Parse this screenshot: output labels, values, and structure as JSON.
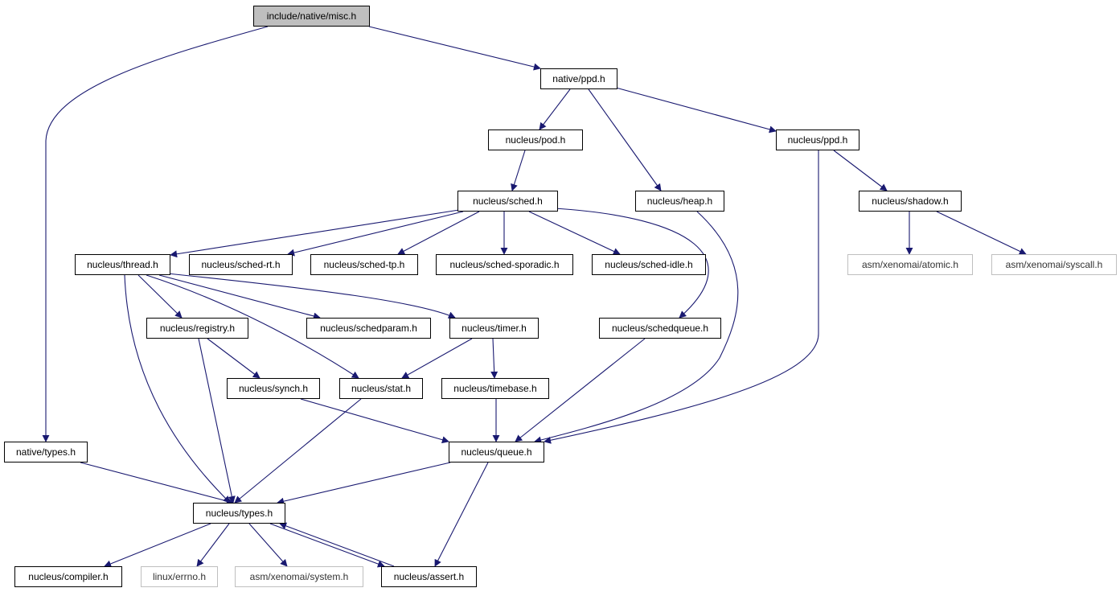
{
  "graph": {
    "nodes": [
      {
        "id": "misc",
        "label": "include/native/misc.h",
        "kind": "root"
      },
      {
        "id": "nppd",
        "label": "native/ppd.h",
        "kind": "normal"
      },
      {
        "id": "pod",
        "label": "nucleus/pod.h",
        "kind": "normal"
      },
      {
        "id": "ppd",
        "label": "nucleus/ppd.h",
        "kind": "normal"
      },
      {
        "id": "sched",
        "label": "nucleus/sched.h",
        "kind": "normal"
      },
      {
        "id": "heap",
        "label": "nucleus/heap.h",
        "kind": "normal"
      },
      {
        "id": "shadow",
        "label": "nucleus/shadow.h",
        "kind": "normal"
      },
      {
        "id": "thread",
        "label": "nucleus/thread.h",
        "kind": "normal"
      },
      {
        "id": "schedrt",
        "label": "nucleus/sched-rt.h",
        "kind": "normal"
      },
      {
        "id": "schedtp",
        "label": "nucleus/sched-tp.h",
        "kind": "normal"
      },
      {
        "id": "schedspor",
        "label": "nucleus/sched-sporadic.h",
        "kind": "normal"
      },
      {
        "id": "schedidle",
        "label": "nucleus/sched-idle.h",
        "kind": "normal"
      },
      {
        "id": "atomic",
        "label": "asm/xenomai/atomic.h",
        "kind": "external"
      },
      {
        "id": "syscall",
        "label": "asm/xenomai/syscall.h",
        "kind": "external"
      },
      {
        "id": "registry",
        "label": "nucleus/registry.h",
        "kind": "normal"
      },
      {
        "id": "schedparam",
        "label": "nucleus/schedparam.h",
        "kind": "normal"
      },
      {
        "id": "timer",
        "label": "nucleus/timer.h",
        "kind": "normal"
      },
      {
        "id": "schedqueue",
        "label": "nucleus/schedqueue.h",
        "kind": "normal"
      },
      {
        "id": "synch",
        "label": "nucleus/synch.h",
        "kind": "normal"
      },
      {
        "id": "stat",
        "label": "nucleus/stat.h",
        "kind": "normal"
      },
      {
        "id": "timebase",
        "label": "nucleus/timebase.h",
        "kind": "normal"
      },
      {
        "id": "ntypes",
        "label": "native/types.h",
        "kind": "normal"
      },
      {
        "id": "queue",
        "label": "nucleus/queue.h",
        "kind": "normal"
      },
      {
        "id": "types",
        "label": "nucleus/types.h",
        "kind": "normal"
      },
      {
        "id": "compiler",
        "label": "nucleus/compiler.h",
        "kind": "normal"
      },
      {
        "id": "errno",
        "label": "linux/errno.h",
        "kind": "external"
      },
      {
        "id": "system",
        "label": "asm/xenomai/system.h",
        "kind": "external"
      },
      {
        "id": "assert",
        "label": "nucleus/assert.h",
        "kind": "normal"
      }
    ],
    "edges": [
      {
        "from": "misc",
        "to": "nppd"
      },
      {
        "from": "misc",
        "to": "ntypes"
      },
      {
        "from": "nppd",
        "to": "pod"
      },
      {
        "from": "nppd",
        "to": "heap"
      },
      {
        "from": "nppd",
        "to": "ppd"
      },
      {
        "from": "pod",
        "to": "sched"
      },
      {
        "from": "ppd",
        "to": "shadow"
      },
      {
        "from": "ppd",
        "to": "queue"
      },
      {
        "from": "sched",
        "to": "thread"
      },
      {
        "from": "sched",
        "to": "schedrt"
      },
      {
        "from": "sched",
        "to": "schedtp"
      },
      {
        "from": "sched",
        "to": "schedspor"
      },
      {
        "from": "sched",
        "to": "schedidle"
      },
      {
        "from": "sched",
        "to": "schedqueue"
      },
      {
        "from": "heap",
        "to": "queue"
      },
      {
        "from": "shadow",
        "to": "atomic"
      },
      {
        "from": "shadow",
        "to": "syscall"
      },
      {
        "from": "thread",
        "to": "registry"
      },
      {
        "from": "thread",
        "to": "schedparam"
      },
      {
        "from": "thread",
        "to": "timer"
      },
      {
        "from": "thread",
        "to": "stat"
      },
      {
        "from": "thread",
        "to": "types"
      },
      {
        "from": "registry",
        "to": "synch"
      },
      {
        "from": "registry",
        "to": "types"
      },
      {
        "from": "timer",
        "to": "stat"
      },
      {
        "from": "timer",
        "to": "timebase"
      },
      {
        "from": "schedqueue",
        "to": "queue"
      },
      {
        "from": "synch",
        "to": "queue"
      },
      {
        "from": "stat",
        "to": "types"
      },
      {
        "from": "timebase",
        "to": "queue"
      },
      {
        "from": "ntypes",
        "to": "types"
      },
      {
        "from": "queue",
        "to": "types"
      },
      {
        "from": "queue",
        "to": "assert"
      },
      {
        "from": "types",
        "to": "compiler"
      },
      {
        "from": "types",
        "to": "errno"
      },
      {
        "from": "types",
        "to": "system"
      },
      {
        "from": "types",
        "to": "assert"
      },
      {
        "from": "assert",
        "to": "types"
      }
    ]
  }
}
